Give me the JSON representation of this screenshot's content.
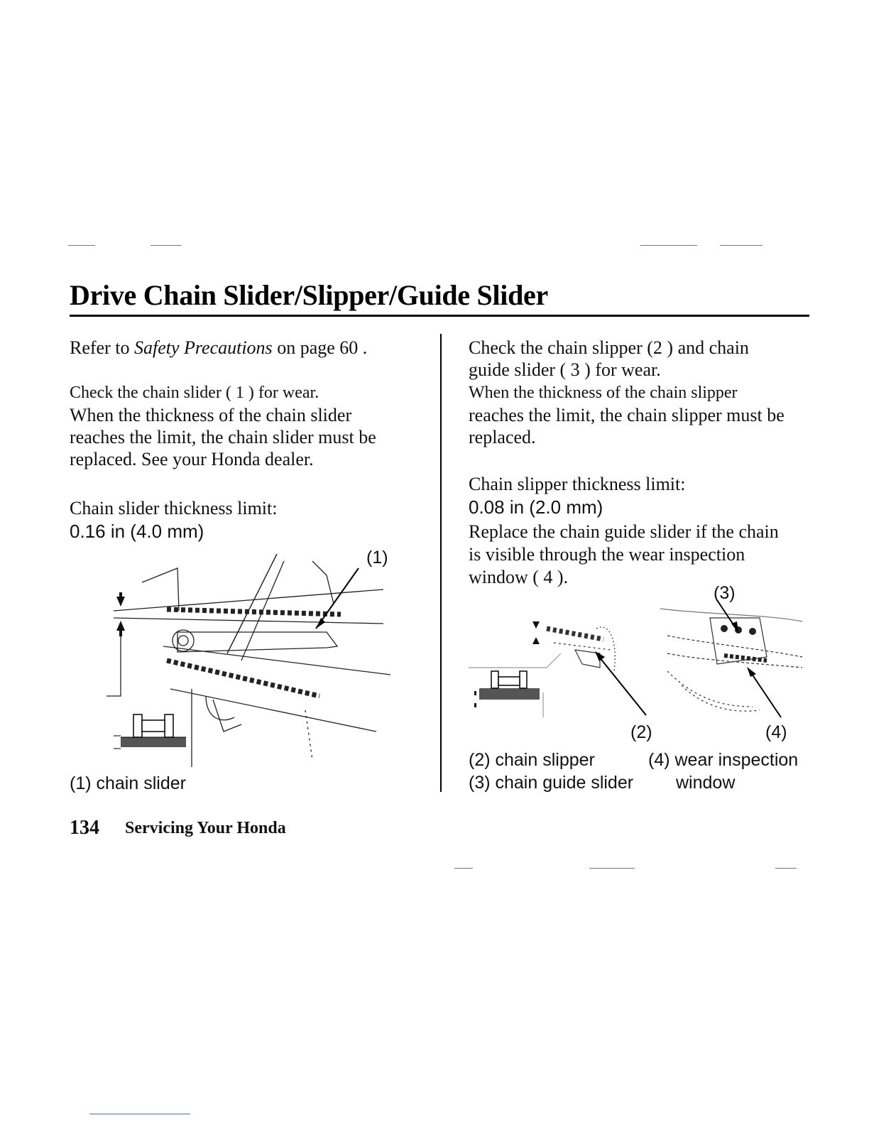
{
  "title": "Drive Chain Slider/Slipper/Guide Slider",
  "left": {
    "refer_prefix": "Refer to ",
    "refer_link": "Safety Precautions",
    "refer_suffix": " on page  60 .",
    "check_line": "Check the chain slider ( 1 ) for wear.",
    "para_lines": [
      "When the thickness of the chain slider",
      "reaches the limit, the chain slider must be",
      "replaced. See your Honda dealer."
    ],
    "limit_label": "Chain slider thickness limit:",
    "limit_value": "0.16 in (4.0 mm)",
    "callout_1": "(1)",
    "caption": "(1) chain slider"
  },
  "right": {
    "check_lines": [
      "Check the chain slipper (2 ) and chain",
      "guide slider ( 3 ) for wear."
    ],
    "para_lines": [
      "When the thickness of the chain slipper",
      "reaches the limit, the chain slipper must be",
      "replaced."
    ],
    "limit_label": "Chain slipper thickness limit:",
    "limit_value": "0.08 in (2.0 mm)",
    "replace_lines": [
      "Replace the chain guide slider if the chain",
      "is visible through the wear inspection",
      "window ( 4 )."
    ],
    "callout_2": "(2)",
    "callout_3": "(3)",
    "callout_4": "(4)",
    "caption_2": "(2) chain slipper",
    "caption_3": "(3) chain guide slider",
    "caption_4_line1": "(4) wear inspection",
    "caption_4_line2": "window"
  },
  "footer": {
    "page_number": "134",
    "section": "Servicing Your Honda"
  }
}
